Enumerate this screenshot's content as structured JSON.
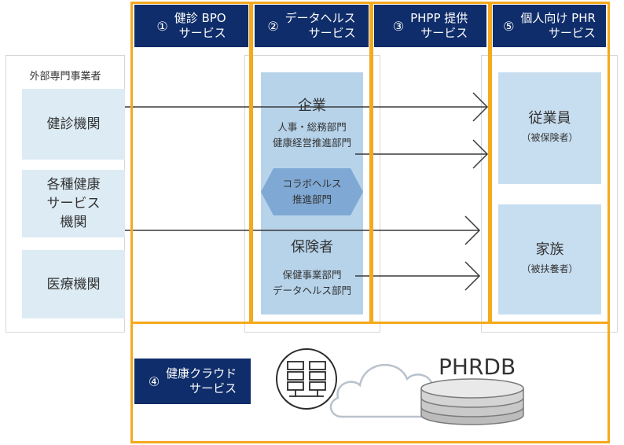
{
  "headers": [
    {
      "num": "①",
      "title": "健診 BPO\nサービス"
    },
    {
      "num": "②",
      "title": "データヘルス\nサービス"
    },
    {
      "num": "③",
      "title": "PHPP 提供\nサービス"
    },
    {
      "num": "⑤",
      "title": "個人向け PHR\nサービス"
    }
  ],
  "external": {
    "title": "外部専門事業者",
    "providers": [
      "健診機関",
      "各種健康\nサービス\n機関",
      "医療機関"
    ]
  },
  "company": {
    "title": "企業",
    "depts": "人事・総務部門\n健康経営推進部門"
  },
  "collab": {
    "text": "コラボヘルス\n推進部門"
  },
  "insurer": {
    "title": "保険者",
    "depts": "保健事業部門\nデータヘルス部門"
  },
  "individuals": {
    "employee": {
      "title": "従業員",
      "sub": "（被保険者）"
    },
    "family": {
      "title": "家族",
      "sub": "（被扶養者）"
    }
  },
  "cloud": {
    "num": "④",
    "title": "健康クラウド\nサービス"
  },
  "db": {
    "label": "PHRDB"
  },
  "colors": {
    "navy": "#0f2d6a",
    "orange": "#f5a91c",
    "light_blue": "#dcebf4",
    "mid_blue": "#b6d3ea"
  }
}
